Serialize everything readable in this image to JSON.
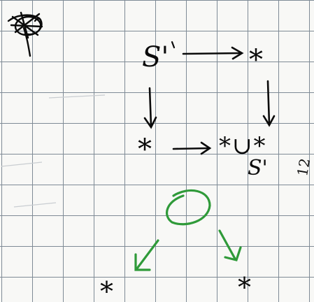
{
  "diagram": {
    "top_left_label": "S'",
    "top_right_label": "*",
    "bottom_left_label": "*",
    "bottom_right_label": "*∪*",
    "bottom_right_sublabel": "S'",
    "margin_note": "12",
    "green_left_label": "*",
    "green_right_label": "*"
  },
  "colors": {
    "ink": "#0b0b0b",
    "green": "#2f9a39",
    "grid": "#7f8b96",
    "paper": "#f8f8f6"
  },
  "icons": {
    "scribble": "scribbled-out-mark"
  }
}
